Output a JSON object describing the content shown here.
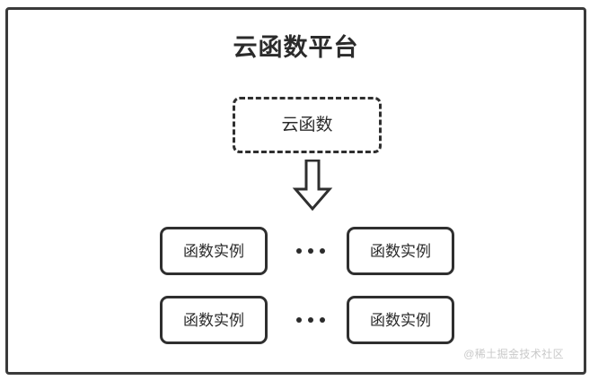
{
  "diagram": {
    "type": "architecture-diagram",
    "platform": {
      "title": "云函数平台",
      "function_box": {
        "label": "云函数",
        "border_style": "dashed"
      },
      "arrow": {
        "name": "down-block-arrow",
        "direction": "down"
      },
      "instance_rows": [
        {
          "left_label": "函数实例",
          "ellipsis": "···",
          "right_label": "函数实例"
        },
        {
          "left_label": "函数实例",
          "ellipsis": "···",
          "right_label": "函数实例"
        }
      ]
    },
    "watermark": "@稀土掘金技术社区",
    "colors": {
      "stroke": "#2f2f2f",
      "frame": "#3a3a3a",
      "text": "#2b2b2b",
      "background": "#ffffff",
      "watermark": "#c9c9c9"
    }
  }
}
